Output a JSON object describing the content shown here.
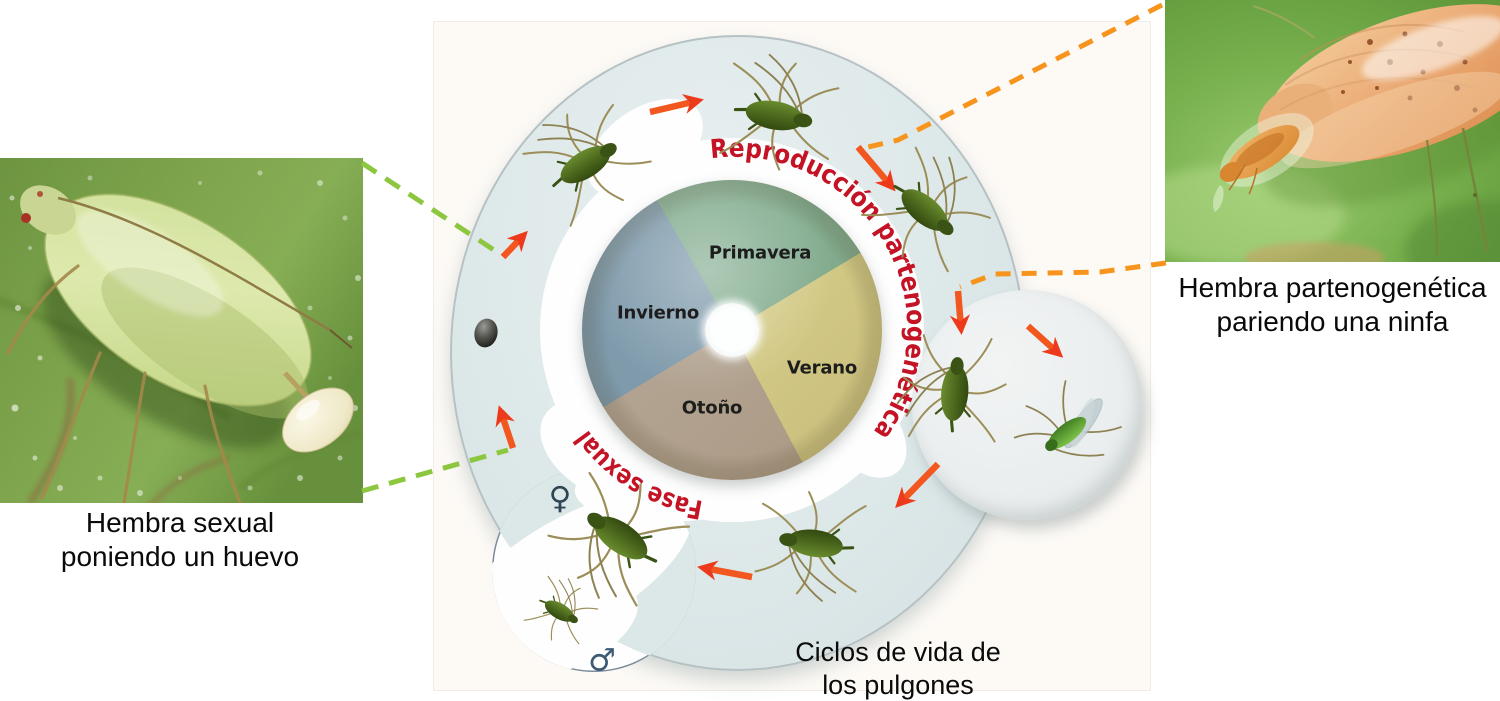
{
  "diagram": {
    "caption": {
      "line1": "Ciclos de vida de",
      "line2": "los pulgones"
    },
    "arc_label_top": "Reproducción partenogenética",
    "arc_label_bottom": "Fase sexual",
    "seasons": {
      "spring": "Primavera",
      "winter": "Invierno",
      "summer": "Verano",
      "autumn": "Otoño"
    },
    "gender": {
      "female": "♀",
      "male": "♂"
    },
    "colors": {
      "ring": "#dde8e9",
      "season_spring": "#83ad90",
      "season_summer": "#d5cc88",
      "season_autumn": "#b2a391",
      "season_winter": "#7e9aab",
      "arc_text_red": "#c31325",
      "cycle_arrow_orange": "#f2501e",
      "dashed_callout_orange": "#f7941d",
      "dashed_callout_green": "#8dc63f"
    }
  },
  "photos": {
    "left_photo": {
      "caption_line1": "Hembra sexual",
      "caption_line2": "poniendo un huevo"
    },
    "right_photo": {
      "caption_line1": "Hembra partenogenética",
      "caption_line2": "pariendo una ninfa"
    }
  }
}
